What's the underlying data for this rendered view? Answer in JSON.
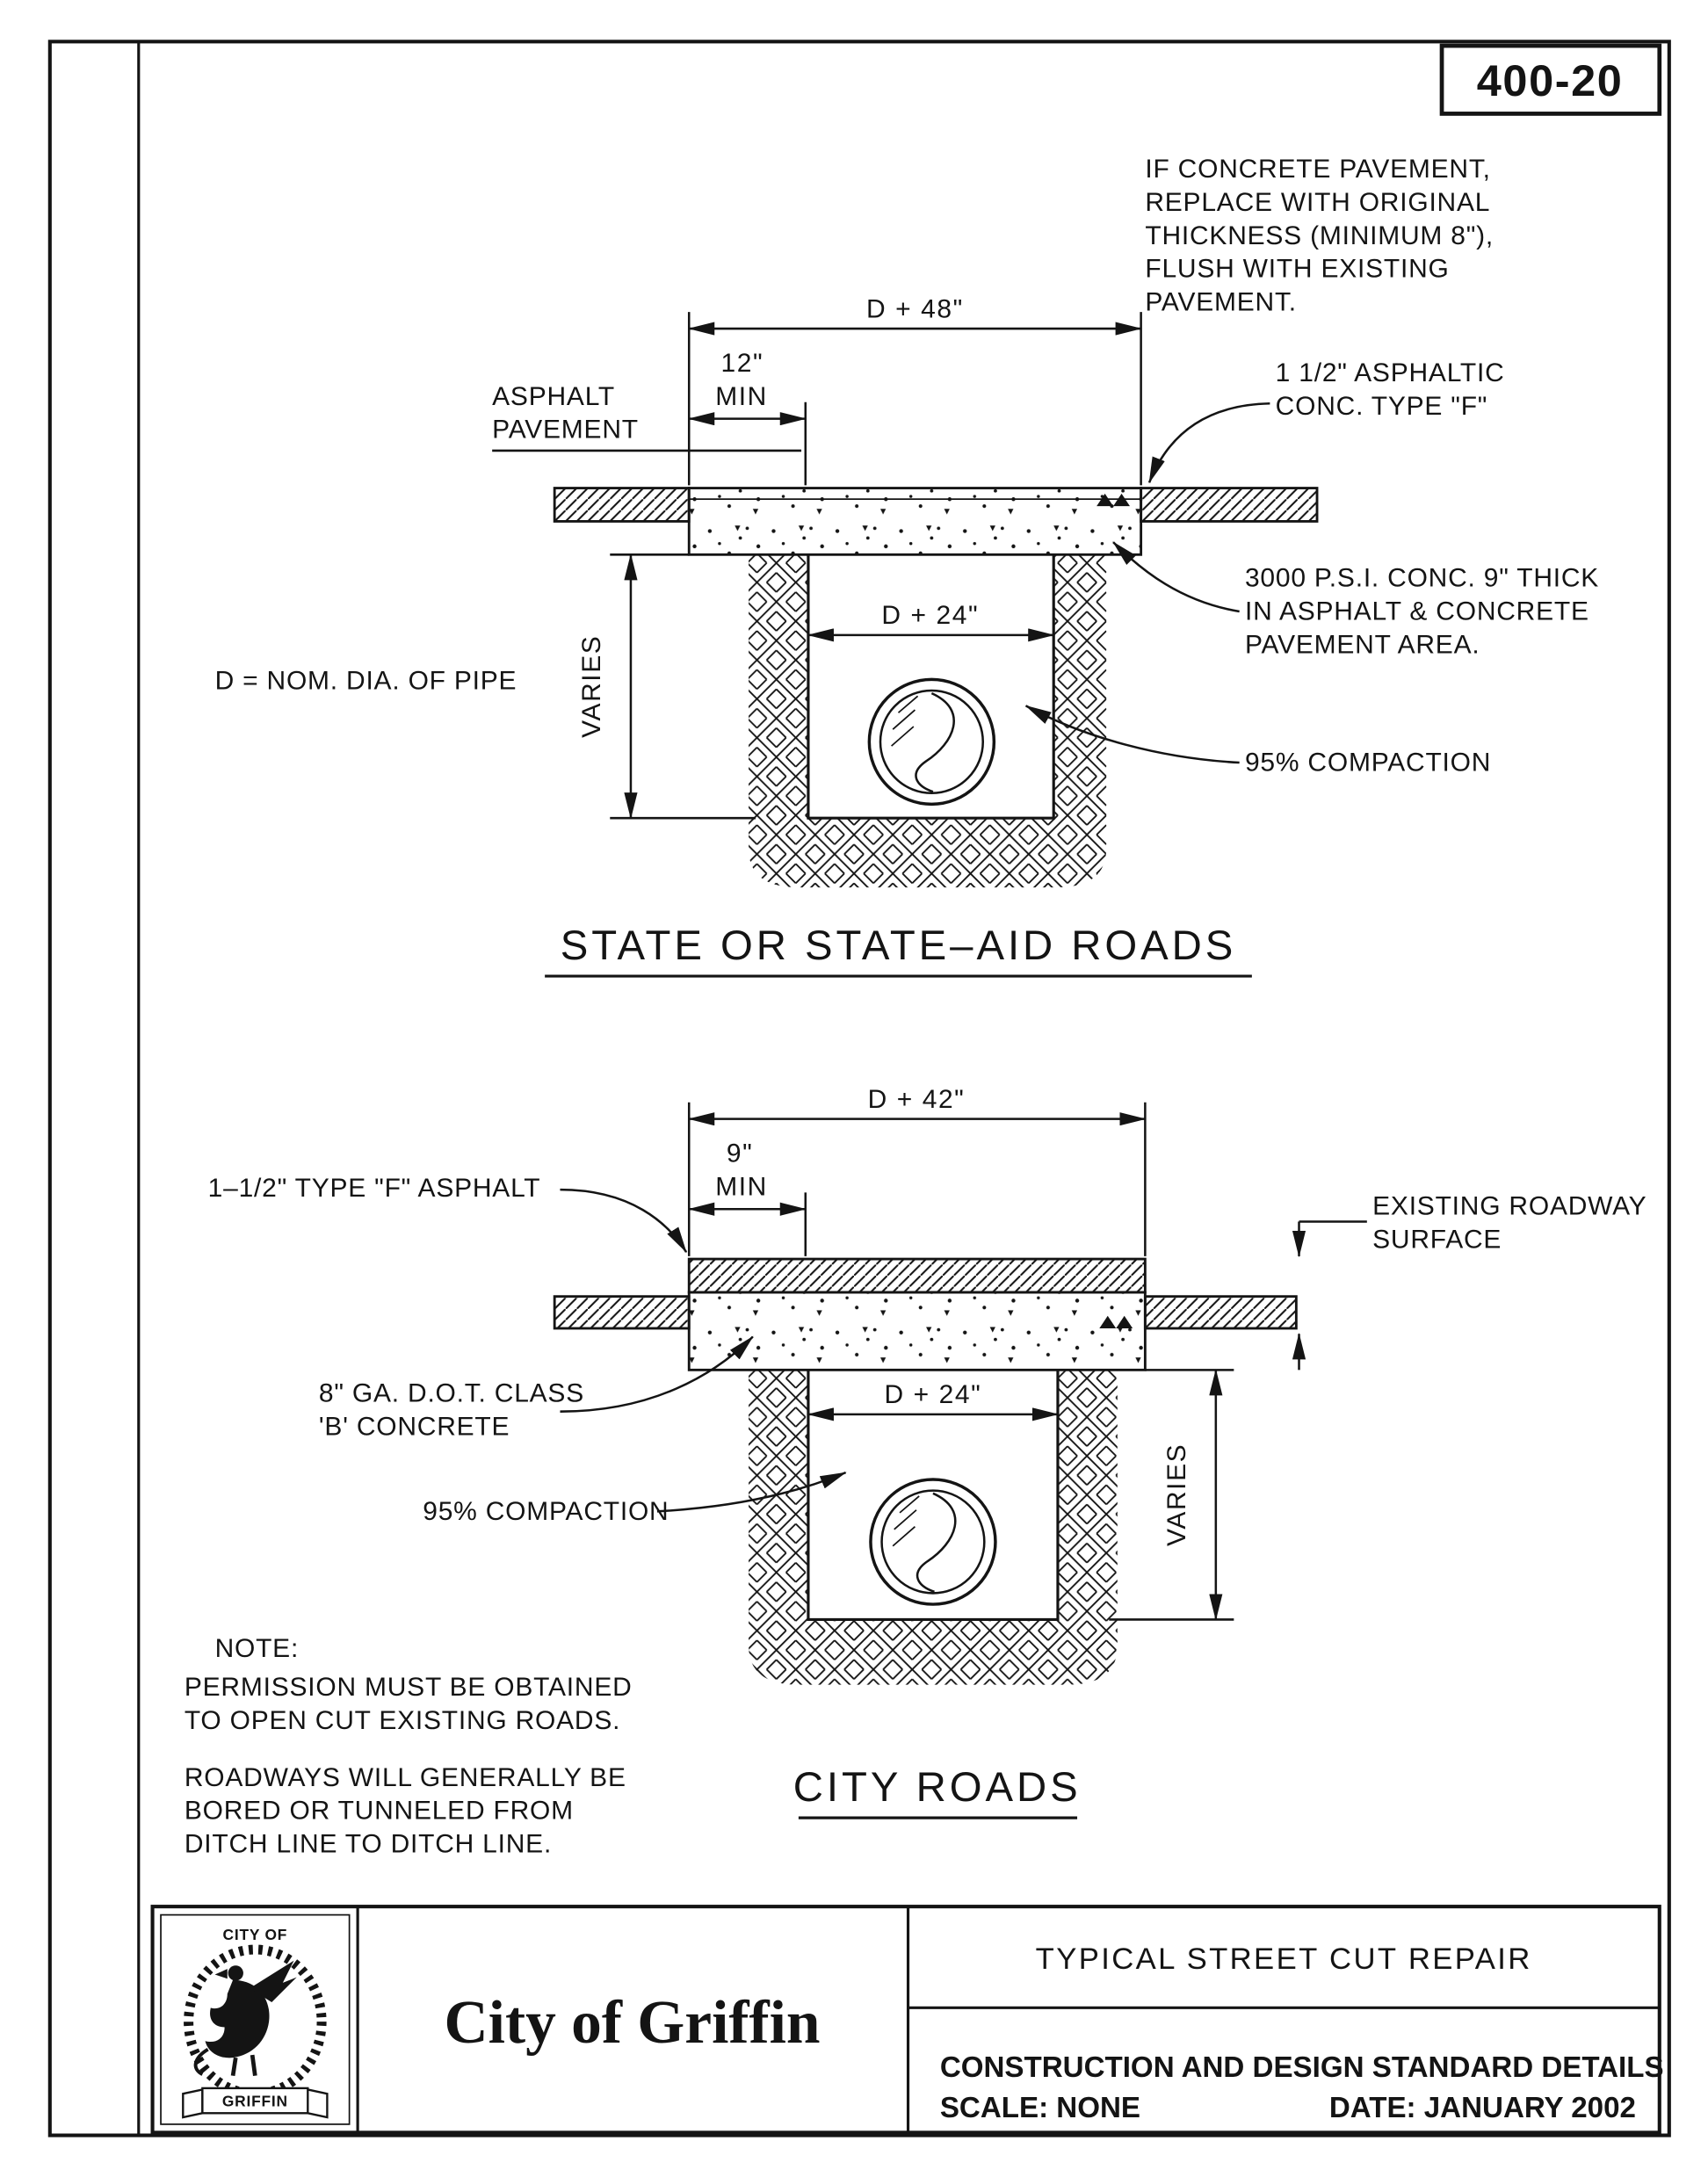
{
  "colors": {
    "ink": "#141414",
    "paper": "#ffffff"
  },
  "drawing_number": "400-20",
  "top_note": {
    "lines": [
      "IF CONCRETE PAVEMENT,",
      "REPLACE WITH ORIGINAL",
      "THICKNESS (MINIMUM 8\"),",
      "FLUSH WITH EXISTING",
      "PAVEMENT."
    ]
  },
  "state": {
    "title": "STATE OR STATE–AID ROADS",
    "dim_width": "D + 48\"",
    "dim_offset": "12\"",
    "dim_offset_min": "MIN",
    "label_asphalt": [
      "ASPHALT",
      "PAVEMENT"
    ],
    "label_asphaltic": [
      "1 1/2\" ASPHALTIC",
      "CONC. TYPE \"F\""
    ],
    "dim_trench": "D + 24\"",
    "label_concrete": [
      "3000 P.S.I. CONC. 9\" THICK",
      "IN ASPHALT & CONCRETE",
      "PAVEMENT AREA."
    ],
    "label_pipe": "D = NOM. DIA. OF PIPE",
    "label_varies": "VARIES",
    "label_compaction": "95% COMPACTION"
  },
  "city": {
    "title": "CITY ROADS",
    "dim_width": "D + 42\"",
    "dim_offset": "9\"",
    "dim_offset_min": "MIN",
    "label_asphalt": "1–1/2\" TYPE \"F\" ASPHALT",
    "label_existing": [
      "EXISTING ROADWAY",
      "SURFACE"
    ],
    "label_concrete": [
      "8\" GA. D.O.T. CLASS",
      "'B' CONCRETE"
    ],
    "dim_trench": "D + 24\"",
    "label_compaction": "95% COMPACTION",
    "label_varies": "VARIES"
  },
  "notes": {
    "heading": "NOTE:",
    "p1": [
      "PERMISSION MUST BE OBTAINED",
      "TO OPEN CUT EXISTING ROADS."
    ],
    "p2": [
      "ROADWAYS WILL GENERALLY BE",
      "BORED OR TUNNELED FROM",
      "DITCH LINE TO DITCH LINE."
    ]
  },
  "title_block": {
    "logo": {
      "top": "CITY OF",
      "bottom": "GRIFFIN"
    },
    "agency": "City of Griffin",
    "sheet_title": "TYPICAL STREET CUT REPAIR",
    "series": "CONSTRUCTION AND DESIGN STANDARD DETAILS",
    "scale": "SCALE: NONE",
    "date": "DATE: JANUARY 2002"
  }
}
